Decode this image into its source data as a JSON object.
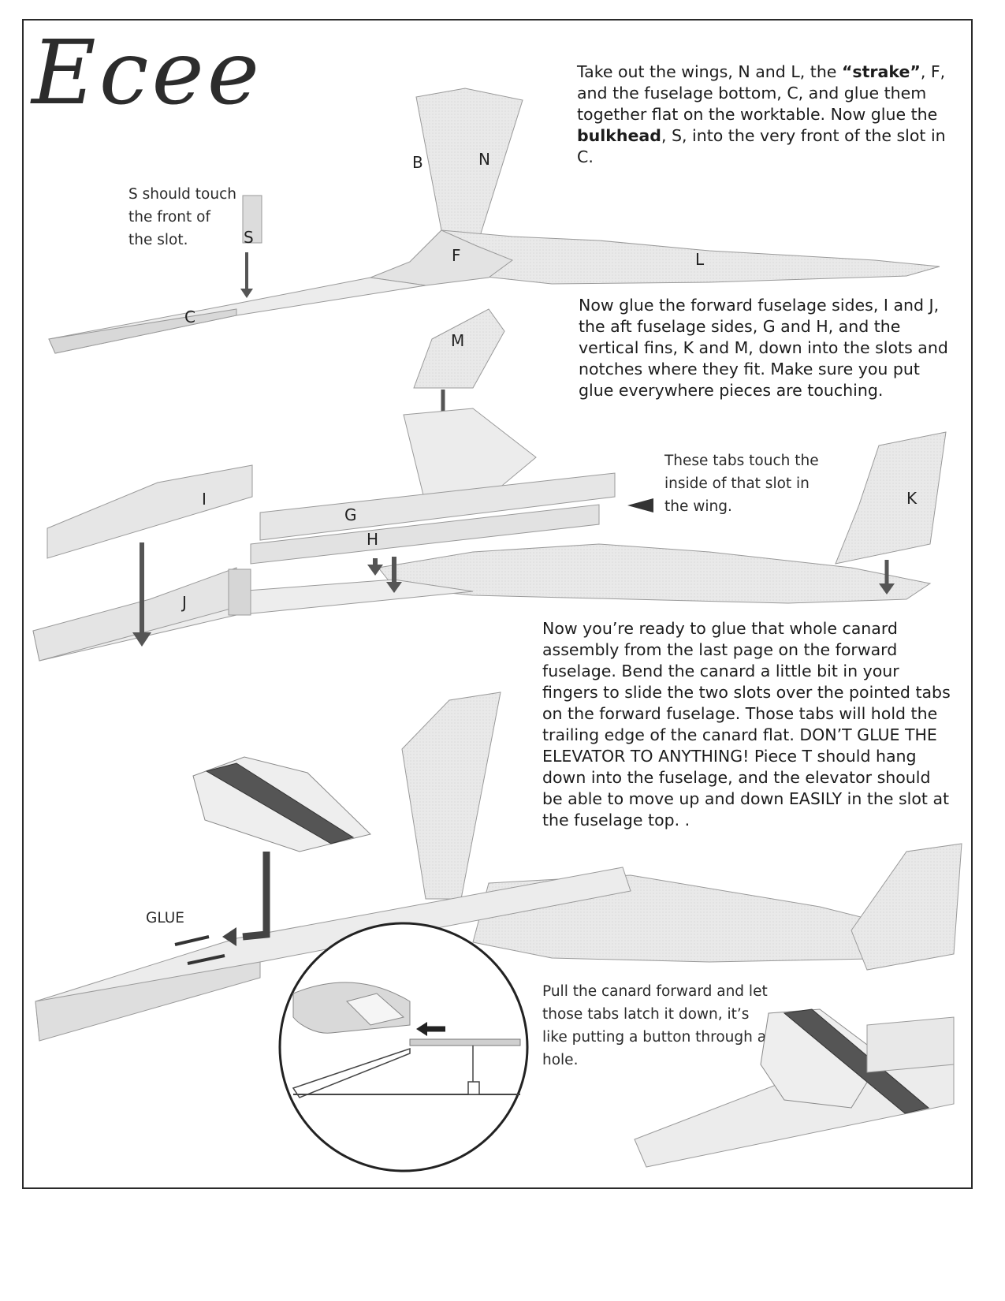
{
  "title": "Ecee",
  "paragraphs": {
    "p1_pre": "Take out the wings, N and L, the ",
    "p1_bold1": "“strake”",
    "p1_mid": ", F, and the fuselage bottom, C, and glue them together flat on the worktable.  Now glue the ",
    "p1_bold2": "bulkhead",
    "p1_post": ",  S, into the very front of the slot in C.",
    "p2": "Now glue the forward fuselage sides, I and J, the aft fuselage sides, G and H, and the vertical fins, K and M, down into the slots and notches where they fit.  Make sure you put glue everywhere pieces are touching.",
    "p3": "Now you’re ready to glue that whole canard assembly from the last page on the forward fuselage.  Bend the canard a little bit in your fingers to slide the two slots over the pointed tabs on the forward fuselage. Those tabs will hold the trailing edge of the canard flat. DON’T GLUE THE ELEVATOR TO ANYTHING! Piece T should hang down into the fuselage, and the elevator should be able to move up and down EASILY in the slot at the fuselage top. ."
  },
  "notes": {
    "s_note": "S should touch the front of the slot.",
    "tabs_note": "These tabs touch the inside of that slot in the wing.",
    "pull_note": "Pull the canard forward and let those tabs latch it down, it’s like putting a button through a hole.",
    "glue": "GLUE"
  },
  "part_labels": {
    "B": "B",
    "N": "N",
    "S": "S",
    "F": "F",
    "L": "L",
    "C": "C",
    "M": "M",
    "I": "I",
    "G": "G",
    "H": "H",
    "J": "J",
    "K": "K"
  }
}
